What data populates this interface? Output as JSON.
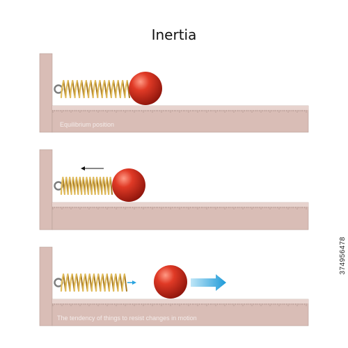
{
  "title": "Inertia",
  "panels": [
    {
      "label": "Equilibrium position"
    },
    {
      "label": ""
    },
    {
      "label": "The tendency of things to resist changes in motion"
    }
  ],
  "stock_id": "374956478",
  "colors": {
    "wall": "#d9bdb6",
    "ball": "#d42a1d",
    "spring": "#d9b04e",
    "arrow_blue": "#2aa3df"
  }
}
